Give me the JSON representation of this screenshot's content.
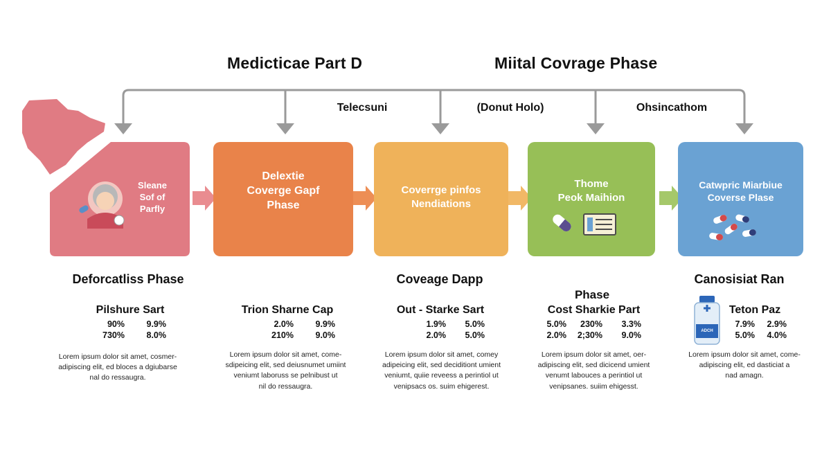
{
  "header": {
    "left_title": "Medicticae Part D",
    "right_title": "Miital Covrage Phase"
  },
  "brackets": [
    {
      "label": "Telecsuni"
    },
    {
      "label": "(Donut Holo)"
    },
    {
      "label": "Ohsincathom"
    }
  ],
  "cards": [
    {
      "title": "Sleane\nSof of\nParfly",
      "color": "#e07b83"
    },
    {
      "title": "Delextie\nCoverge Gapf\nPhase",
      "color": "#e9834a"
    },
    {
      "title": "Coverrge pinfos\nNendiations",
      "color": "#efb25a"
    },
    {
      "title": "Thome\nPeok Maihion",
      "color": "#97bf57"
    },
    {
      "title": "Catwpric Miarbiue\nCoverse Plase",
      "color": "#6aa2d3"
    }
  ],
  "sections": [
    {
      "heading": "Deforcatliss Phase",
      "subheading": "Pilshure Sart",
      "rows": [
        [
          "90%",
          "9.9%"
        ],
        [
          "730%",
          "8.0%"
        ]
      ],
      "desc": "Lorem ipsum dolor sit amet, cosmer-\nadipiscing elit, ed bloces a dgiubarse\nnal do ressaugra."
    },
    {
      "heading": "",
      "subheading": "Trion Sharne Cap",
      "rows": [
        [
          "2.0%",
          "9.9%"
        ],
        [
          "210%",
          "9.0%"
        ]
      ],
      "desc": "Lorem ipsum dolor sit amet, come-\nsdipeicing elit, sed deiusnumet umiint\nveniumt laboruss se pelnibust ut\nnil do ressaugra."
    },
    {
      "heading": "Coveage Dapp",
      "subheading": "Out - Starke Sart",
      "rows": [
        [
          "1.9%",
          "5.0%"
        ],
        [
          "2.0%",
          "5.0%"
        ]
      ],
      "desc": "Lorem ipsum dolor sit amet, comey\nadipeicing elit, sed deciditiont umient\nveniumt, quiie reveess a perintiol ut\nvenipsacs os. suim ehigerest."
    },
    {
      "heading": "Phase",
      "subheading": "Cost Sharkie Part",
      "rows": [
        [
          "5.0%",
          "230%",
          "3.3%"
        ],
        [
          "2.0%",
          "2;30%",
          "9.0%"
        ]
      ],
      "desc": "Lorem ipsum dolor sit amet, oer-\nadipiscing elit, sed dicicend umient\nvenumt labouces a perintiol ut\nvenipsanes. suiim ehigesst."
    },
    {
      "heading": "Canosisiat Ran",
      "subheading": "Teton Paz",
      "rows": [
        [
          "7.9%",
          "2.9%"
        ],
        [
          "5.0%",
          "4.0%"
        ]
      ],
      "desc": "Lorem ipsum dolor sit amet, come-\nadipiscing elit, ed dasticiat a\nnad amagn."
    }
  ],
  "bottle_label": "ADCH"
}
